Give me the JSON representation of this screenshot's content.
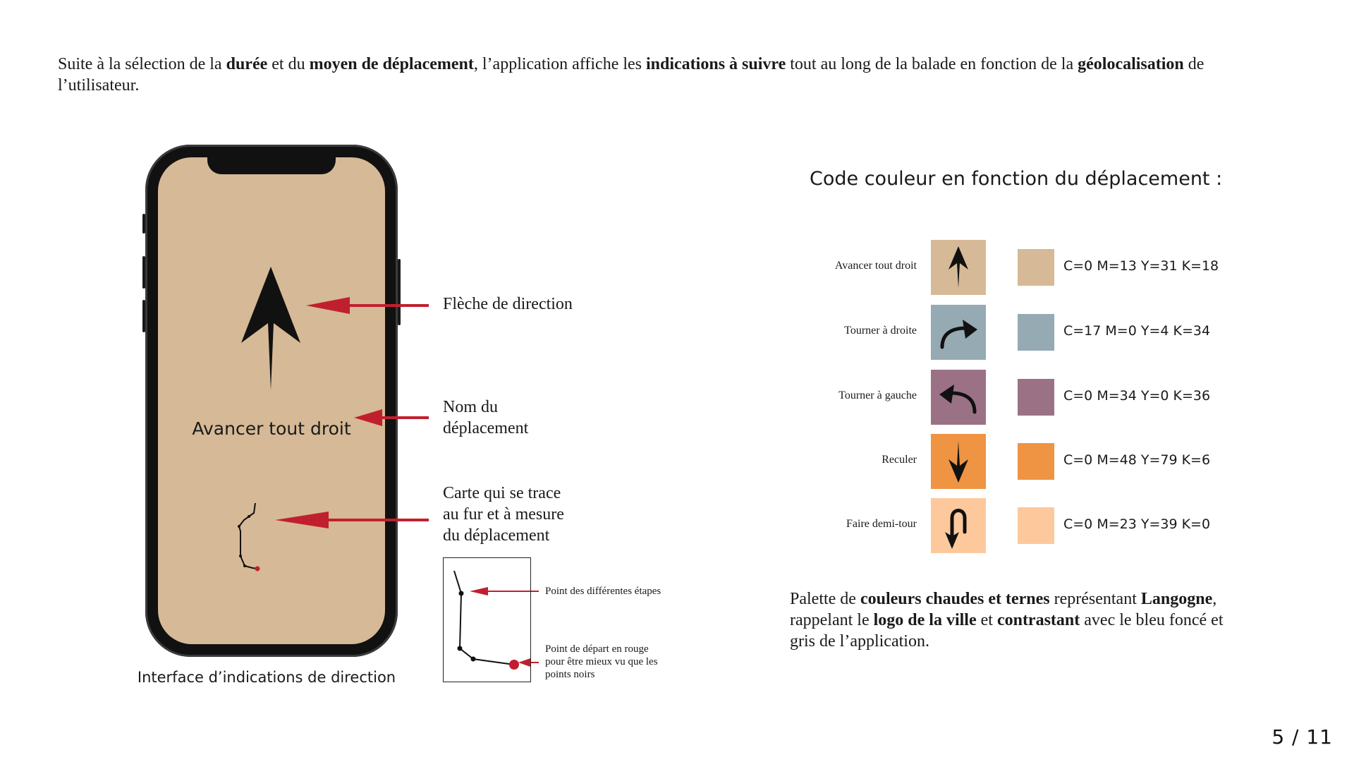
{
  "intro": {
    "t1": "Suite à la sélection de la ",
    "b1": "durée",
    "t2": " et du ",
    "b2": "moyen de déplacement",
    "t3": ", l’application affiche les ",
    "b3": "indications à suivre",
    "t4": " tout au long de la balade en fonction de la ",
    "b4": "géolocalisation",
    "t5": " de l’utilisateur."
  },
  "phone": {
    "screen_color": "#d6b996",
    "move_label": "Avancer tout droit",
    "caption": "Interface d’indications de direction"
  },
  "callouts": {
    "arrow": "Flèche de direction",
    "name_line1": "Nom du",
    "name_line2": "déplacement",
    "map_line1": "Carte qui se trace",
    "map_line2": "au fur et à mesure",
    "map_line3": "du déplacement"
  },
  "mini_map": {
    "note_steps": "Point des différentes étapes",
    "note_start_line1": "Point de départ en rouge",
    "note_start_line2": "pour être mieux vu que les",
    "note_start_line3": "points noirs"
  },
  "legend": {
    "title": "Code couleur en fonction du déplacement :",
    "items": [
      {
        "name": "Avancer tout droit",
        "color": "#d6b996",
        "cmyk": "C=0 M=13 Y=31 K=18",
        "icon": "arrow-up-icon"
      },
      {
        "name": "Tourner à droite",
        "color": "#95aab2",
        "cmyk": "C=17 M=0 Y=4 K=34",
        "icon": "arrow-turn-right-icon"
      },
      {
        "name": "Tourner à gauche",
        "color": "#9b7185",
        "cmyk": "C=0 M=34 Y=0 K=36",
        "icon": "arrow-turn-left-icon"
      },
      {
        "name": "Reculer",
        "color": "#ee9442",
        "cmyk": "C=0 M=48 Y=79 K=6",
        "icon": "arrow-down-icon"
      },
      {
        "name": "Faire demi-tour",
        "color": "#fdc99c",
        "cmyk": "C=0 M=23 Y=39 K=0",
        "icon": "u-turn-icon"
      }
    ]
  },
  "palette": {
    "t1": "Palette de ",
    "b1": "couleurs chaudes et ternes",
    "t2": " représentant ",
    "b2": "Langogne",
    "t3": ", rappelant le ",
    "b3": "logo de la ville",
    "t4": " et ",
    "b4": "contrastant",
    "t5": " avec le bleu foncé et gris de l’application."
  },
  "accent_red": "#c0202e",
  "page_number": "5 / 11"
}
